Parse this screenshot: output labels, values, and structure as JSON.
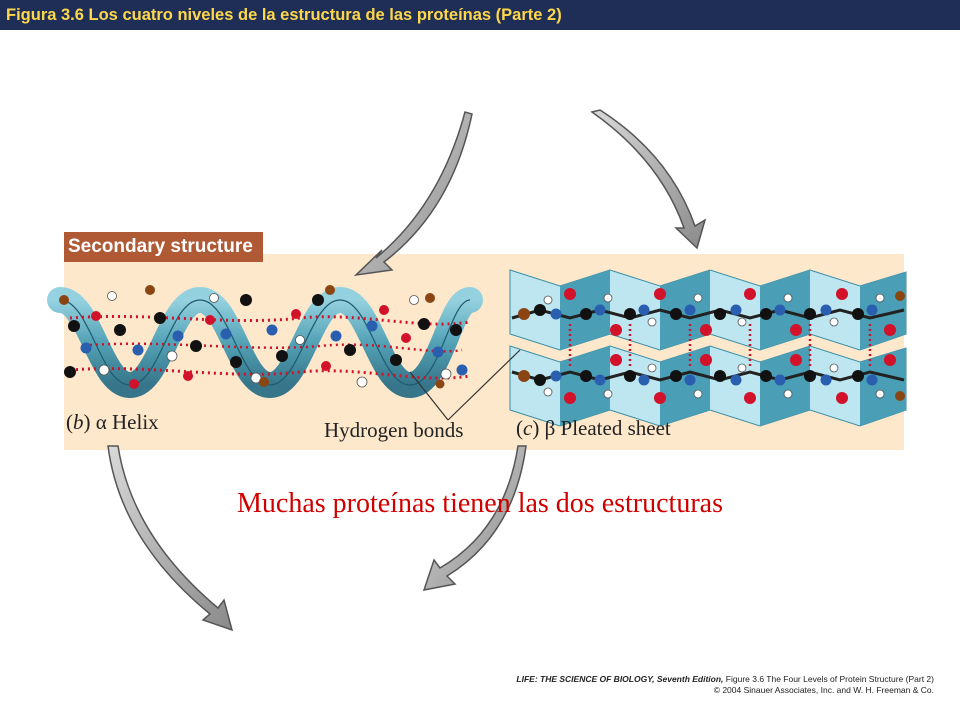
{
  "header": {
    "title": "Figura 3.6  Los cuatro niveles de la estructura de las proteínas (Parte 2)"
  },
  "figure": {
    "section_label": "Secondary structure",
    "helix": {
      "letter": "b",
      "label": "α Helix"
    },
    "bonds_label": "Hydrogen bonds",
    "sheet": {
      "letter": "c",
      "label": "β Pleated sheet"
    }
  },
  "note": "Muchas proteínas tienen las dos estructuras",
  "credit": {
    "line1_bold": "LIFE: THE SCIENCE OF BIOLOGY, Seventh Edition,",
    "line1_rest": "Figure 3.6 The Four Levels of Protein Structure (Part 2)",
    "line2": "© 2004 Sinauer Associates, Inc. and W. H. Freeman & Co."
  },
  "colors": {
    "title_bg": "#1f2e57",
    "title_text": "#ffd84a",
    "label_bg": "#b05a35",
    "panel_bg": "#fde8cc",
    "note_text": "#d10000",
    "ribbon": "#4a9eb5",
    "carbon": "#111111",
    "nitrogen": "#2a5fb0",
    "oxygen": "#d1122a",
    "side_chain": "#8b4513",
    "hydrogen": "#ffffff"
  }
}
